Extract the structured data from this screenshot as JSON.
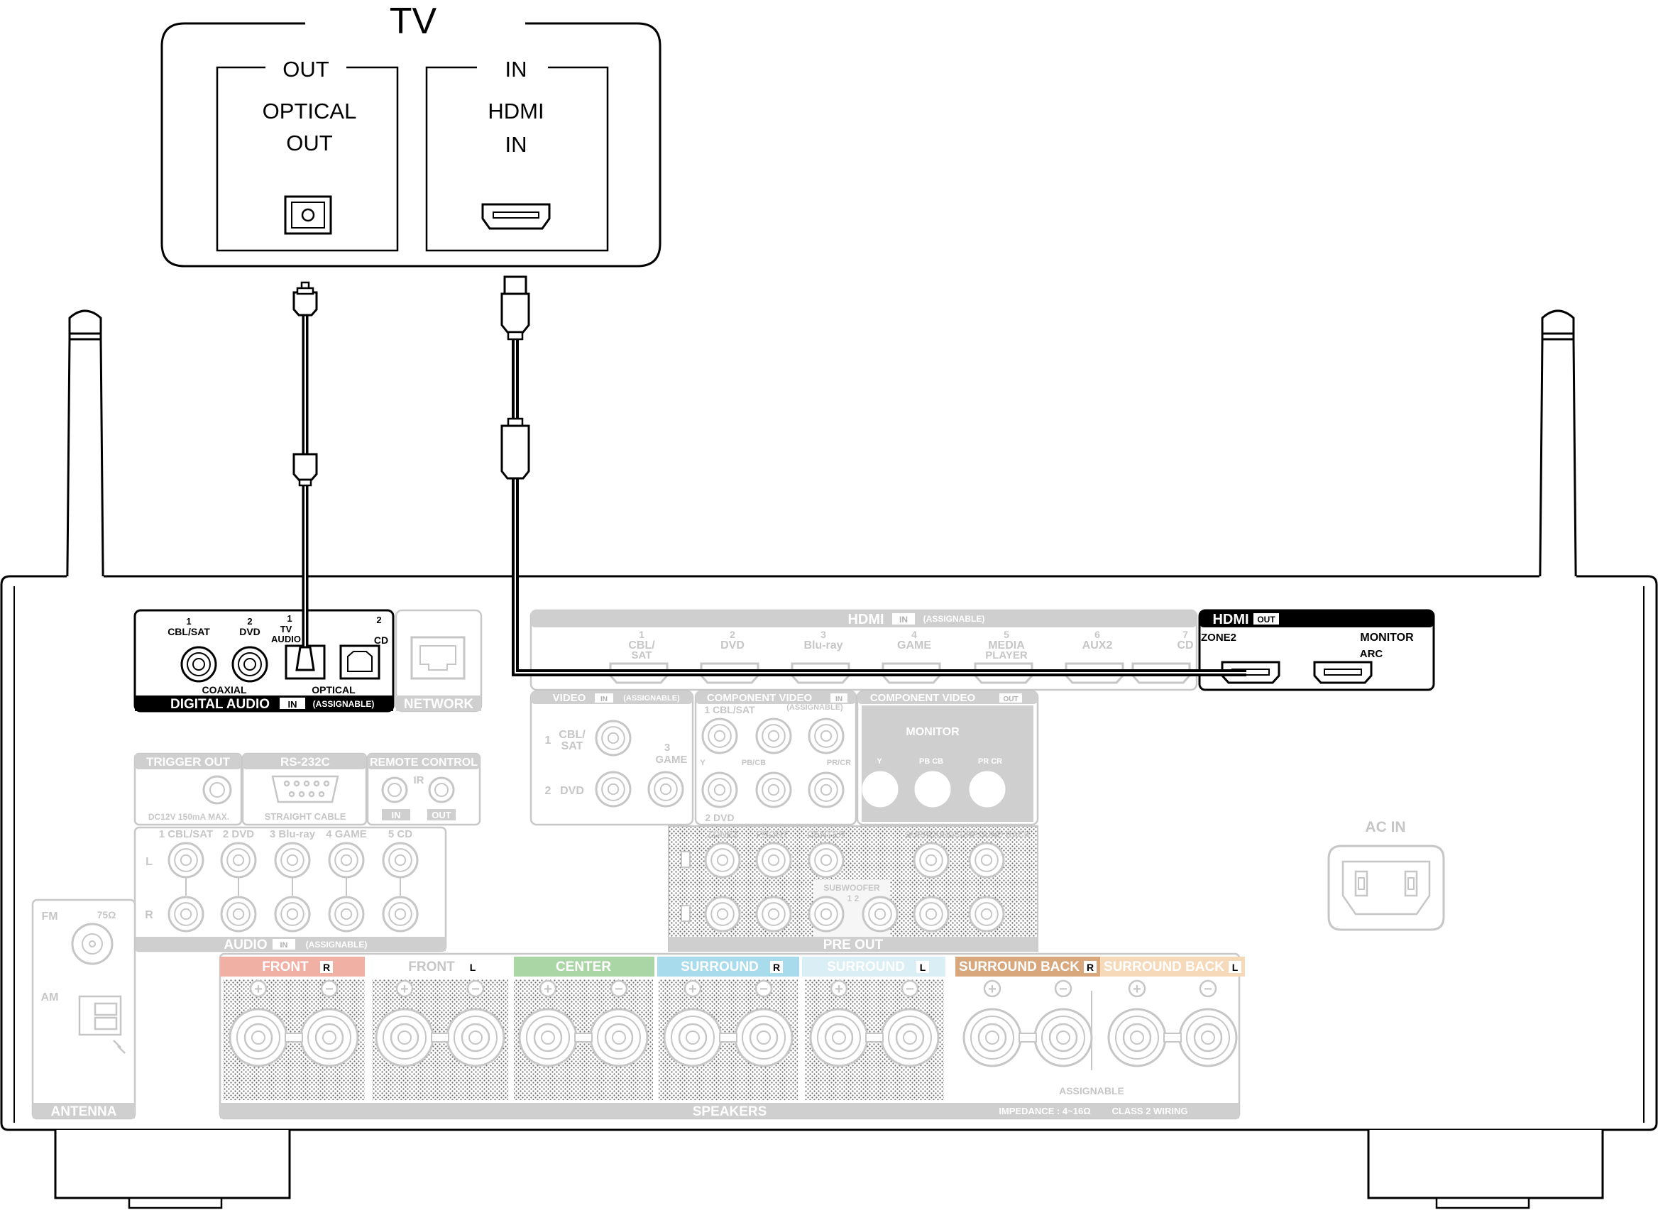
{
  "tv": {
    "title": "TV",
    "out_header": "OUT",
    "out_port_line1": "OPTICAL",
    "out_port_line2": "OUT",
    "in_header": "IN",
    "in_port_line1": "HDMI",
    "in_port_line2": "IN"
  },
  "digital_audio": {
    "coax1_num": "1",
    "coax1_label": "CBL/SAT",
    "coax2_num": "2",
    "coax2_label": "DVD",
    "opt1_num": "1",
    "opt1_label_a": "TV",
    "opt1_label_b": "AUDIO",
    "opt2_num": "2",
    "opt2_label": "CD",
    "coaxial": "COAXIAL",
    "optical": "OPTICAL",
    "title": "DIGITAL AUDIO",
    "in_tag": "IN",
    "assignable": "(ASSIGNABLE)"
  },
  "network": {
    "label": "NETWORK"
  },
  "hdmi_in": {
    "title": "HDMI",
    "in_tag": "IN",
    "assignable": "(ASSIGNABLE)",
    "inputs": [
      {
        "num": "1",
        "l1": "CBL/",
        "l2": "SAT"
      },
      {
        "num": "2",
        "l1": "DVD",
        "l2": ""
      },
      {
        "num": "3",
        "l1": "Blu-ray",
        "l2": ""
      },
      {
        "num": "4",
        "l1": "GAME",
        "l2": ""
      },
      {
        "num": "5",
        "l1": "MEDIA",
        "l2": "PLAYER"
      },
      {
        "num": "6",
        "l1": "AUX2",
        "l2": ""
      },
      {
        "num": "7",
        "l1": "CD",
        "l2": ""
      }
    ]
  },
  "hdmi_out": {
    "title": "HDMI",
    "out_tag": "OUT",
    "zone2": "ZONE2",
    "monitor": "MONITOR",
    "arc": "ARC"
  },
  "video_in": {
    "title": "VIDEO",
    "in_tag": "IN",
    "assignable": "(ASSIGNABLE)",
    "in1_num": "1",
    "in1_a": "CBL/",
    "in1_b": "SAT",
    "in2_num": "2",
    "in2": "DVD",
    "in3_num": "3",
    "in3": "GAME"
  },
  "component_in": {
    "title": "COMPONENT VIDEO",
    "in_tag": "IN",
    "assignable": "(ASSIGNABLE)",
    "in1": "1 CBL/SAT",
    "in2": "2 DVD",
    "y": "Y",
    "pb": "PB/CB",
    "pr": "PR/CR"
  },
  "component_out": {
    "title": "COMPONENT VIDEO",
    "out_tag": "OUT",
    "monitor": "MONITOR",
    "y": "Y",
    "pb": "PB CB",
    "pr": "PR CR"
  },
  "trigger": {
    "title": "TRIGGER OUT",
    "spec": "DC12V 150mA MAX."
  },
  "rs232c": {
    "title": "RS-232C",
    "cable": "STRAIGHT CABLE"
  },
  "remote": {
    "title": "REMOTE CONTROL",
    "ir": "IR",
    "in_tag": "IN",
    "out_tag": "OUT"
  },
  "audio_in": {
    "inputs": [
      "1 CBL/SAT",
      "2 DVD",
      "3 Blu-ray",
      "4 GAME",
      "5 CD"
    ],
    "l": "L",
    "r": "R",
    "title": "AUDIO",
    "in_tag": "IN",
    "assignable": "(ASSIGNABLE)"
  },
  "pre_out": {
    "title": "PRE OUT",
    "zone2": "ZONE2",
    "front": "FRONT",
    "center": "CENTER",
    "surround": "SURROUND",
    "surround_back": "SURROUND BACK",
    "subwoofer": "SUBWOOFER",
    "sub_nums": "1  2"
  },
  "antenna": {
    "fm": "FM",
    "ohm": "75Ω",
    "am": "AM",
    "title": "ANTENNA"
  },
  "ac_in": {
    "label": "AC IN"
  },
  "speakers": {
    "groups": [
      {
        "label": "FRONT",
        "tag": "R",
        "color": "#f0b0a4"
      },
      {
        "label": "FRONT",
        "tag": "L",
        "color": "#ffffff"
      },
      {
        "label": "CENTER",
        "tag": "",
        "color": "#aad5a4"
      },
      {
        "label": "SURROUND",
        "tag": "R",
        "color": "#a8dcec"
      },
      {
        "label": "SURROUND",
        "tag": "L",
        "color": "#d9eef5"
      },
      {
        "label": "SURROUND BACK",
        "tag": "R",
        "color": "#d9a77c"
      },
      {
        "label": "SURROUND BACK",
        "tag": "L",
        "color": "#f6d9b8"
      }
    ],
    "plus": "+",
    "minus": "−",
    "assignable": "ASSIGNABLE",
    "title": "SPEAKERS",
    "impedance": "IMPEDANCE : 4~16Ω",
    "wiring": "CLASS 2 WIRING"
  }
}
